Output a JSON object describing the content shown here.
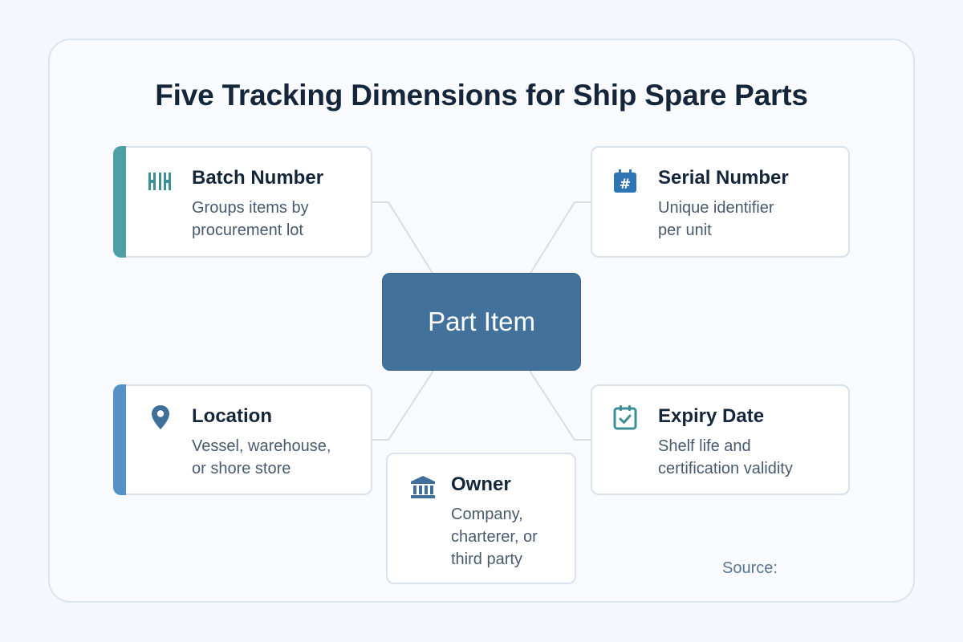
{
  "title": "Five Tracking Dimensions for Ship Spare Parts",
  "center": {
    "label": "Part Item",
    "color": "#42729b"
  },
  "cards": {
    "batch": {
      "title": "Batch Number",
      "desc": [
        "Groups items by",
        "procurement lot"
      ],
      "icon": "barcode-icon",
      "accent": "#4fa0a6"
    },
    "serial": {
      "title": "Serial Number",
      "desc": [
        "Unique identifier",
        "per unit"
      ],
      "icon": "hash-badge-icon"
    },
    "location": {
      "title": "Location",
      "desc": [
        "Vessel, warehouse,",
        "or shore store"
      ],
      "icon": "map-pin-icon",
      "accent": "#5690c8"
    },
    "expiry": {
      "title": "Expiry Date",
      "desc": [
        "Shelf life and",
        "certification validity"
      ],
      "icon": "calendar-check-icon"
    },
    "owner": {
      "title": "Owner",
      "desc": [
        "Company,",
        "charterer, or",
        "third party"
      ],
      "icon": "bank-building-icon"
    }
  },
  "source_label": "Source:"
}
